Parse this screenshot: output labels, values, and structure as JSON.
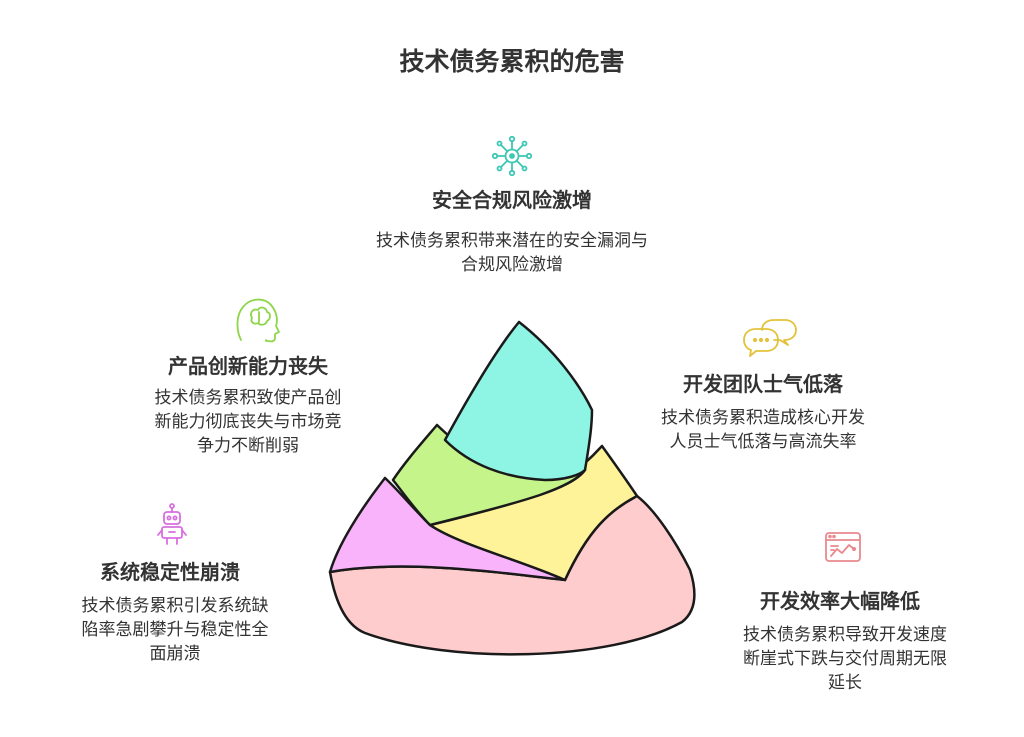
{
  "title": "技术债务累积的危害",
  "items": [
    {
      "heading": "安全合规风险激增",
      "desc_lines": [
        "技术债务累积带来潜在的安全漏洞与",
        "合规风险激增"
      ],
      "icon": "network-hub-icon",
      "color": "#8ef5e4"
    },
    {
      "heading": "产品创新能力丧失",
      "desc_lines": [
        "技术债务累积致使产品创",
        "新能力彻底丧失与市场竞",
        "争力不断削弱"
      ],
      "icon": "brain-head-icon",
      "color": "#c5f48b"
    },
    {
      "heading": "开发团队士气低落",
      "desc_lines": [
        "技术债务累积造成核心开发",
        "人员士气低落与高流失率"
      ],
      "icon": "chat-bubbles-icon",
      "color": "#fff39a"
    },
    {
      "heading": "系统稳定性崩溃",
      "desc_lines": [
        "技术债务累积引发系统缺",
        "陷率急剧攀升与稳定性全",
        "面崩溃"
      ],
      "icon": "robot-icon",
      "color": "#f8b3fb"
    },
    {
      "heading": "开发效率大幅降低",
      "desc_lines": [
        "技术债务累积导致开发速度",
        "断崖式下跌与交付周期无限",
        "延长"
      ],
      "icon": "browser-chart-icon",
      "color": "#ffcccd"
    }
  ]
}
